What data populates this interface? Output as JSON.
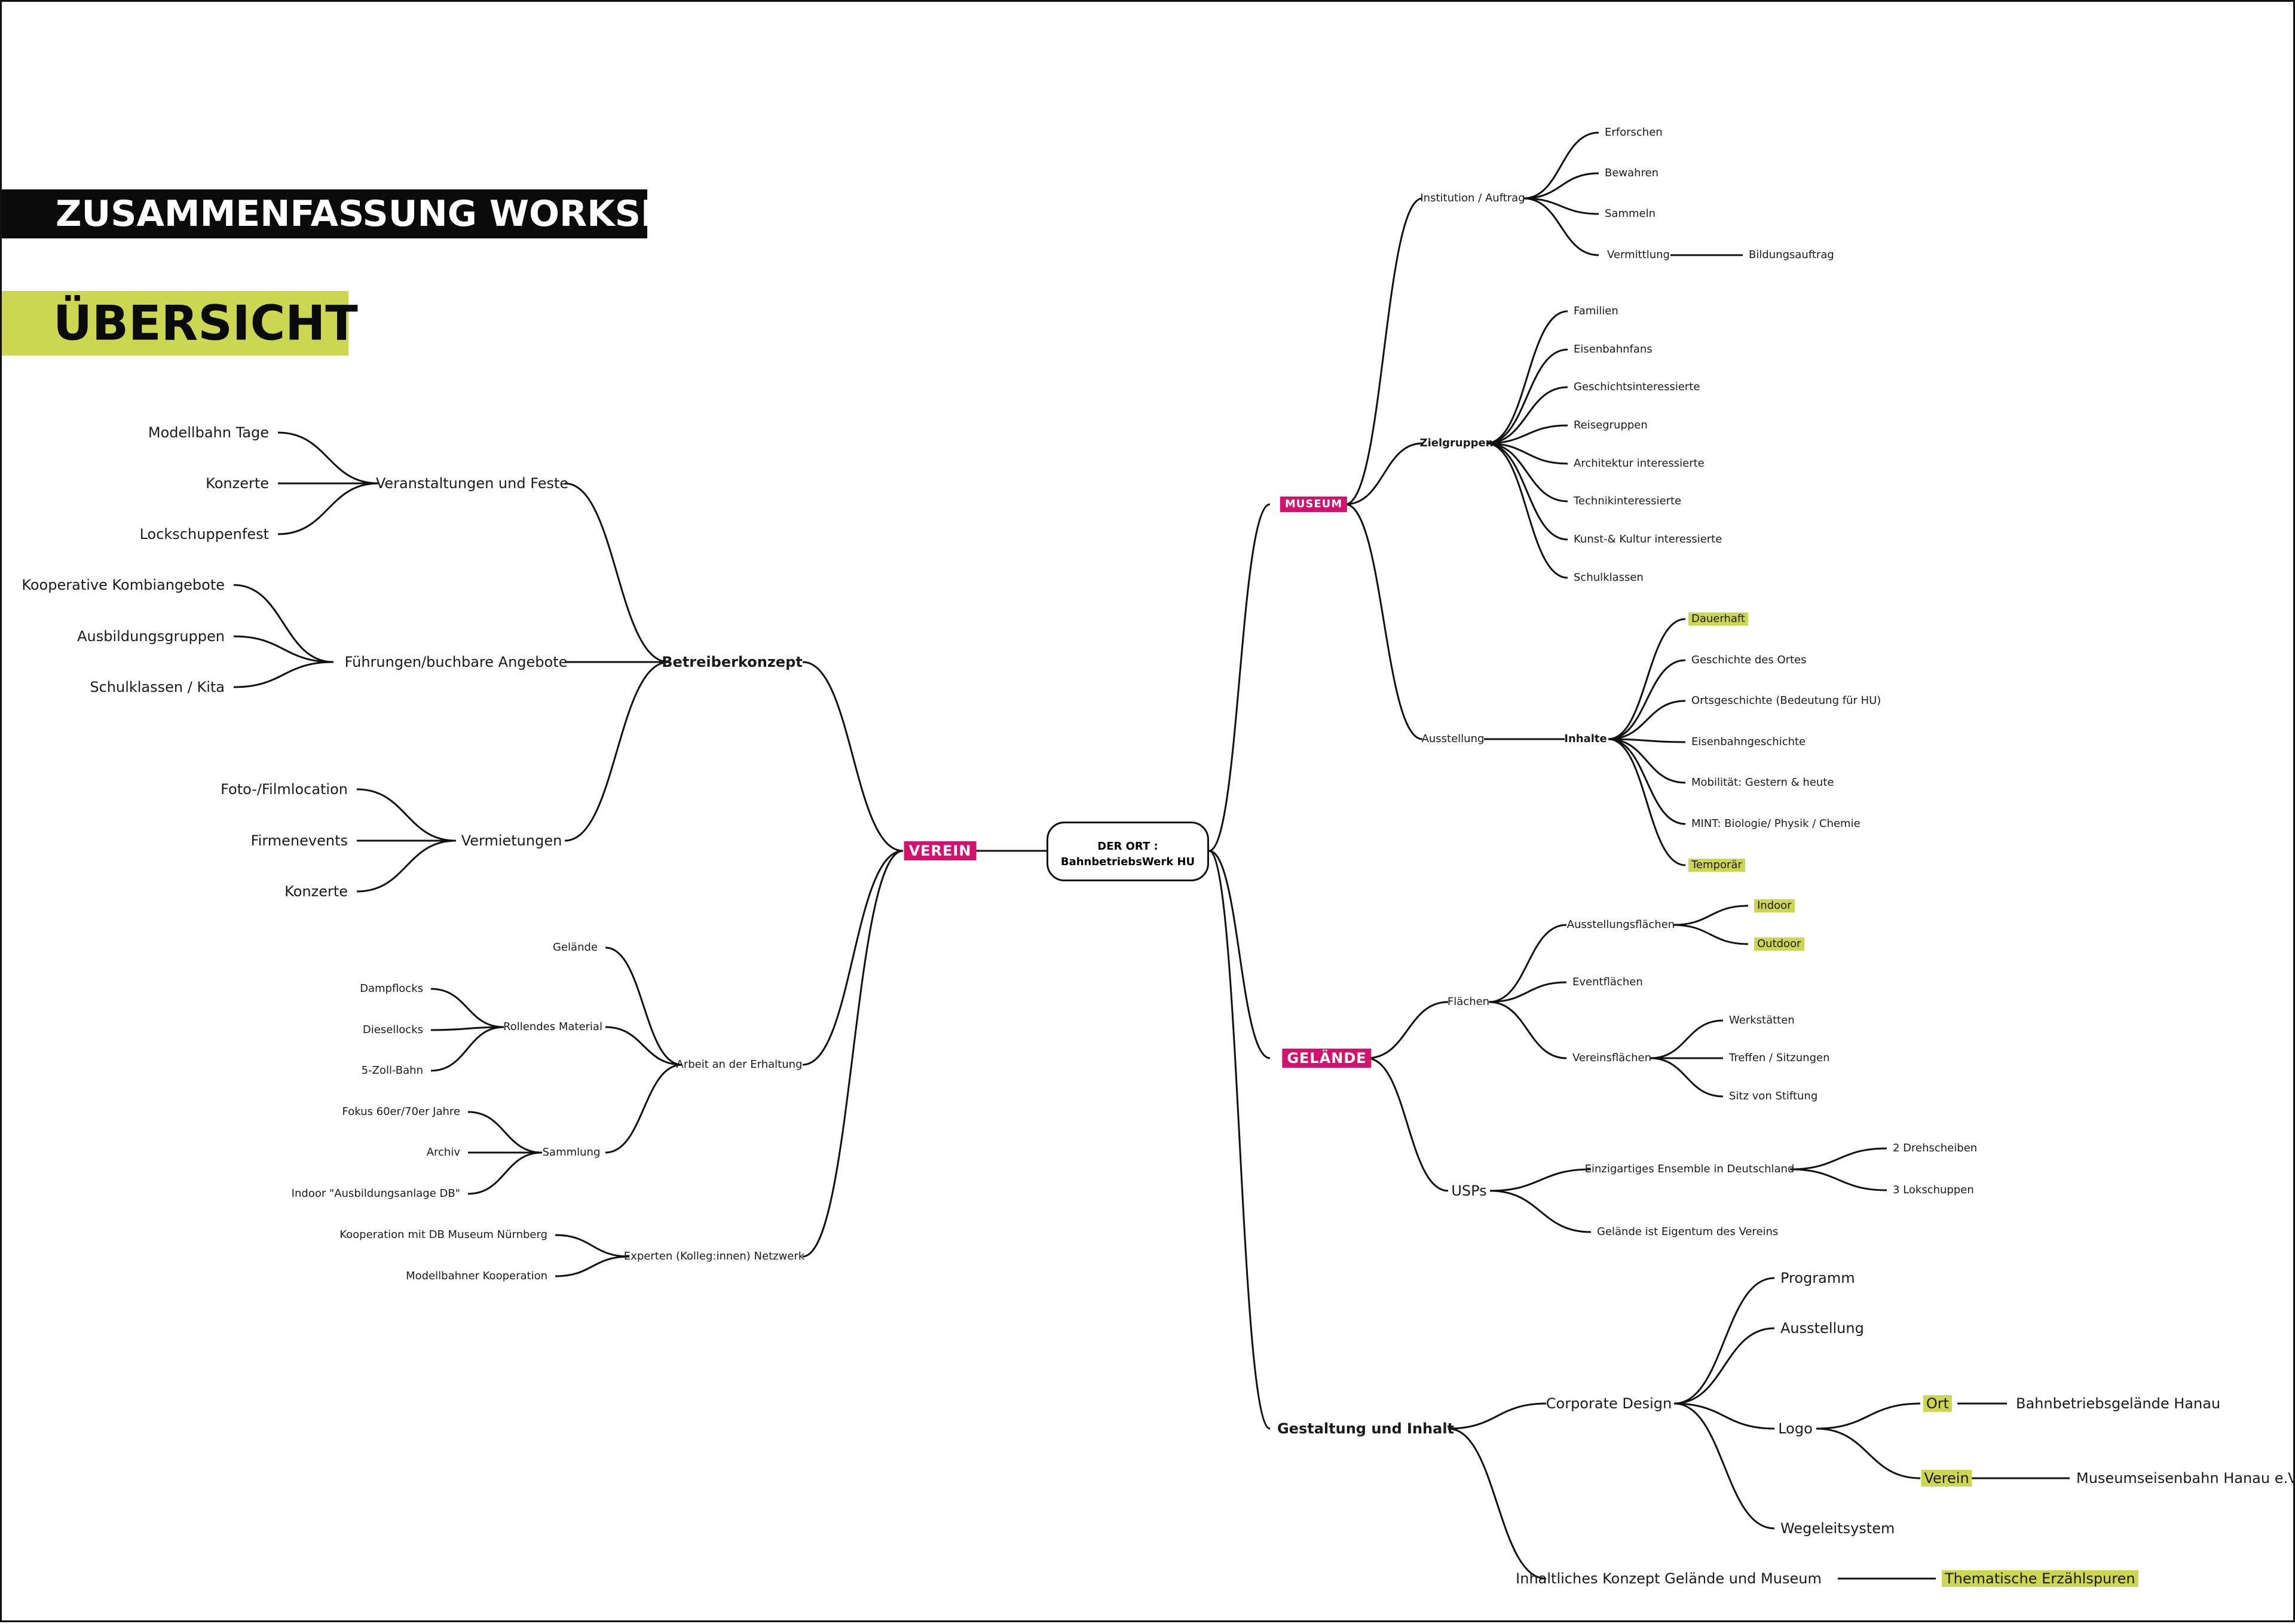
{
  "header": {
    "title": "ZUSAMMENFASSUNG WORKSHOP",
    "subtitle": "ÜBERSICHT"
  },
  "center": {
    "line1": "DER ORT :",
    "line2": "BahnbetriebsWerk HU"
  },
  "verein": {
    "label": "VEREIN",
    "betreiberkonzept": {
      "label": "Betreiberkonzept",
      "veranstaltungen": {
        "label": "Veranstaltungen und Feste",
        "items": [
          "Modellbahn Tage",
          "Konzerte",
          "Lockschuppenfest"
        ]
      },
      "fuehrungen": {
        "label": "Führungen/buchbare Angebote",
        "items": [
          "Kooperative Kombiangebote",
          "Ausbildungsgruppen",
          "Schulklassen / Kita"
        ]
      },
      "vermietungen": {
        "label": "Vermietungen",
        "items": [
          "Foto-/Filmlocation",
          "Firmenevents",
          "Konzerte"
        ]
      }
    },
    "arbeit": {
      "label": "Arbeit an der Erhaltung",
      "gelaende": "Gelände",
      "rollendes": {
        "label": "Rollendes Material",
        "items": [
          "Dampflocks",
          "Diesellocks",
          "5-Zoll-Bahn"
        ]
      },
      "sammlung": {
        "label": "Sammlung",
        "items": [
          "Fokus 60er/70er Jahre",
          "Archiv",
          "Indoor \"Ausbildungsanlage DB\""
        ]
      }
    },
    "experten": {
      "label": "Experten  (Kolleg:innen) Netzwerk",
      "items": [
        "Kooperation mit DB Museum Nürnberg",
        "Modellbahner Kooperation"
      ]
    }
  },
  "museum": {
    "label": "MUSEUM",
    "institution": {
      "label": "Institution / Auftrag",
      "items": [
        "Erforschen",
        "Bewahren",
        "Sammeln",
        "Vermittlung"
      ],
      "bildung": "Bildungsauftrag"
    },
    "zielgruppen": {
      "label": "Zielgruppen",
      "items": [
        "Familien",
        "Eisenbahnfans",
        "Geschichtsinteressierte",
        "Reisegruppen",
        "Architektur interessierte",
        "Technikinteressierte",
        "Kunst-& Kultur interessierte",
        "Schulklassen"
      ]
    },
    "ausstellung": {
      "label": "Ausstellung",
      "inhalte": "Inhalte",
      "items": [
        "Dauerhaft",
        "Geschichte des Ortes",
        "Ortsgeschichte (Bedeutung für HU)",
        "Eisenbahngeschichte",
        "Mobilität: Gestern & heute",
        "MINT: Biologie/ Physik / Chemie",
        "Temporär"
      ]
    }
  },
  "gelaende": {
    "label": "GELÄNDE",
    "flaechen": {
      "label": "Flächen",
      "ausstellungsflaechen": {
        "label": "Ausstellungsflächen",
        "items": [
          "Indoor",
          "Outdoor"
        ]
      },
      "eventflaechen": "Eventflächen",
      "vereinsflaechen": {
        "label": "Vereinsflächen",
        "items": [
          "Werkstätten",
          "Treffen / Sitzungen",
          "Sitz von Stiftung"
        ]
      }
    },
    "usps": {
      "label": "USPs",
      "ensemble": {
        "label": "Einzigartiges Ensemble in Deutschland",
        "items": [
          "2 Drehscheiben",
          "3 Lokschuppen"
        ]
      },
      "eigentum": "Gelände ist Eigentum des Vereins"
    }
  },
  "gestaltung": {
    "label": "Gestaltung und Inhalt",
    "cd": {
      "label": "Corporate Design",
      "programm": "Programm",
      "ausstellung": "Ausstellung",
      "logo": "Logo",
      "ort": "Ort",
      "ort_value": "Bahnbetriebsgelände Hanau",
      "verein": "Verein",
      "verein_value": "Museumseisenbahn Hanau e.V.",
      "wegeleit": "Wegeleitsystem"
    },
    "konzept": {
      "label": "Inhaltliches Konzept Gelände und Museum",
      "value": "Thematische Erzählspuren"
    }
  },
  "colors": {
    "accent_magenta": "#d2126e",
    "accent_lime": "#cbd651",
    "ink": "#111111"
  }
}
